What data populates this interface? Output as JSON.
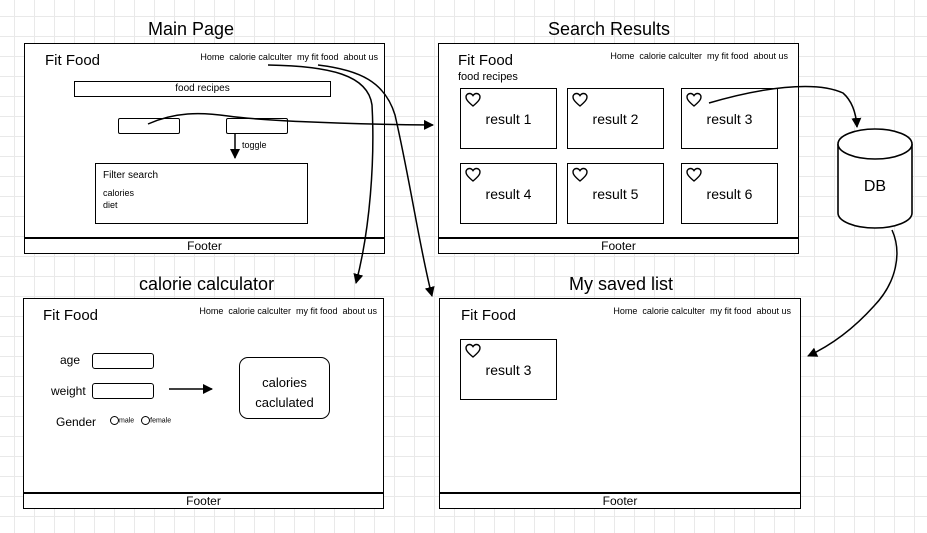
{
  "titles": {
    "main": "Main Page",
    "search": "Search Results",
    "calc": "calorie calculator",
    "saved": "My saved list"
  },
  "brand": "Fit Food",
  "nav": [
    "Home",
    "calorie calculter",
    "my fit food",
    "about us"
  ],
  "footer": "Footer",
  "main_page": {
    "search_bar": "food recipes",
    "toggle": "toggle",
    "filter": {
      "title": "Filter search",
      "options": [
        "calories",
        "diet"
      ]
    }
  },
  "search_results": {
    "query": "food recipes",
    "results": [
      "result 1",
      "result 2",
      "result 3",
      "result 4",
      "result 5",
      "result 6"
    ]
  },
  "calculator": {
    "age_label": "age",
    "weight_label": "weight",
    "gender_label": "Gender",
    "gender_options": [
      "male",
      "female"
    ],
    "output": [
      "calories",
      "caclulated"
    ]
  },
  "saved_list": {
    "items": [
      "result 3"
    ]
  },
  "db_label": "DB"
}
